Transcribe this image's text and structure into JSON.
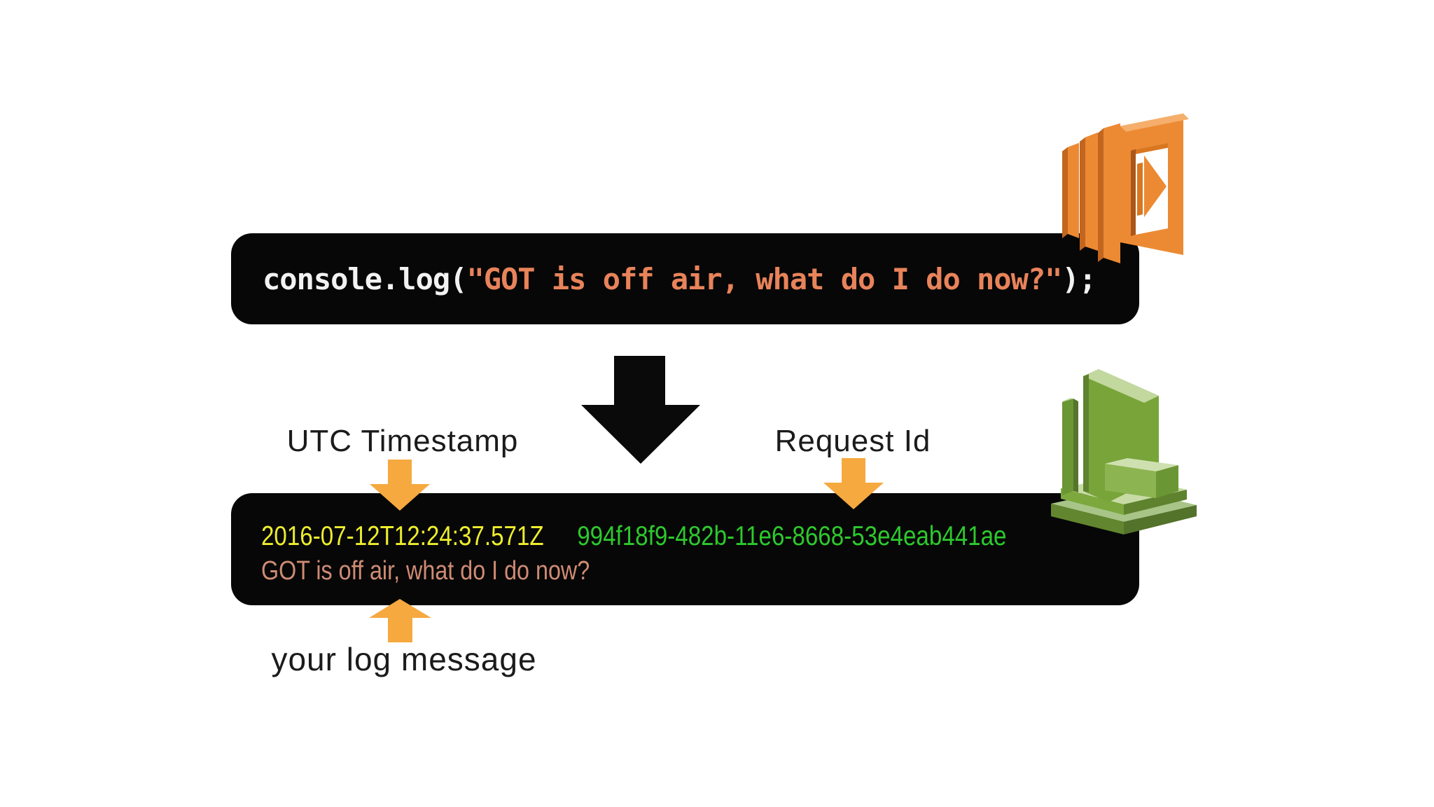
{
  "code_box": {
    "prefix": "console.log(",
    "string": "\"GOT is off air, what do I do now?\"",
    "suffix": ");"
  },
  "annotations": {
    "utc_label": "UTC Timestamp",
    "request_label": "Request Id",
    "message_label": "your log message"
  },
  "log_box": {
    "timestamp": "2016-07-12T12:24:37.571Z",
    "request_id": "994f18f9-482b-11e6-8668-53e4eab441ae",
    "message": "GOT is off air, what do I do now?"
  },
  "icons": {
    "lambda": "aws-lambda-icon",
    "cloudwatch": "aws-cloudwatch-icon"
  },
  "colors": {
    "bg": "#ffffff",
    "box_bg": "#070707",
    "code_text": "#f2f2f2",
    "code_string": "#e8835a",
    "timestamp": "#eded2e",
    "request_id": "#2dc92d",
    "log_message": "#cf8b74",
    "arrow_orange": "#f5a93f",
    "arrow_black": "#0a0a0a",
    "label_text": "#1b1b1b",
    "lambda_orange": "#ec8a33",
    "cloudwatch_green": "#7ca83d"
  }
}
